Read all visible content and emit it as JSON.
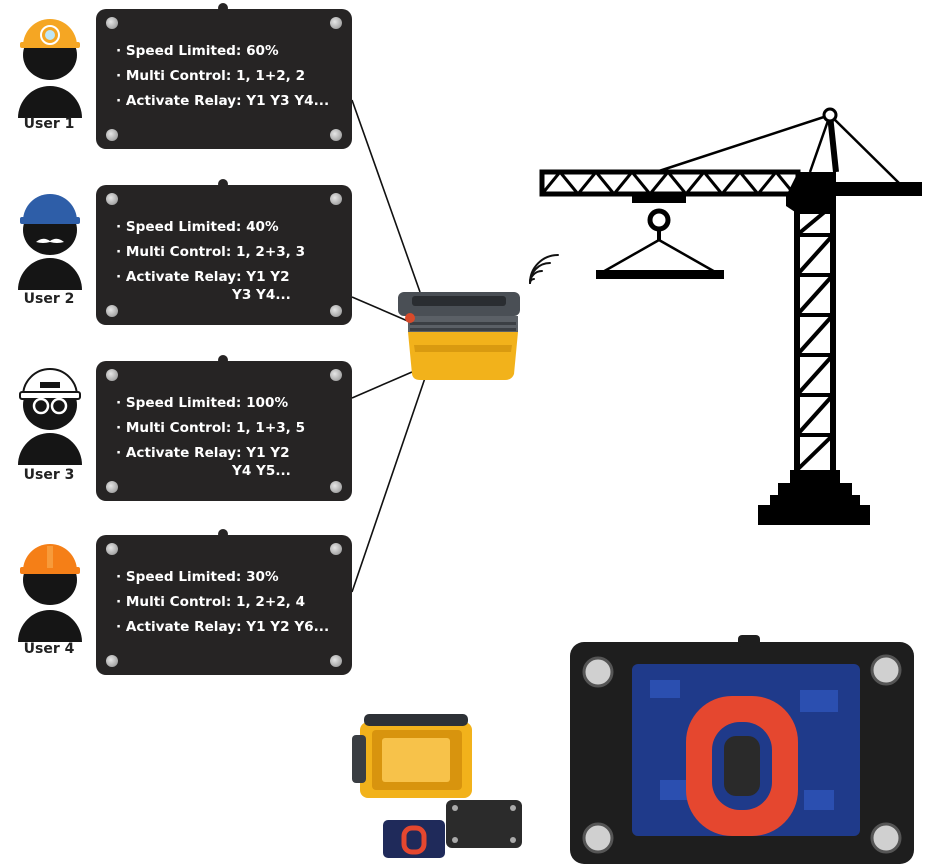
{
  "users": [
    {
      "label": "User 1",
      "helmet": "helmet-with-headlamp-icon",
      "helmet_color": "#f5a623",
      "speed": "· Speed Limited: 60%",
      "multi": "· Multi Control: 1, 1+2, 2",
      "relay": "· Activate Relay: Y1 Y3 Y4...",
      "relay_cont": ""
    },
    {
      "label": "User 2",
      "helmet": "helmet-with-mustache-icon",
      "helmet_color": "#2e5ea8",
      "speed": "· Speed Limited: 40%",
      "multi": "· Multi Control: 1, 2+3, 3",
      "relay": "· Activate Relay: Y1 Y2",
      "relay_cont": "Y3 Y4..."
    },
    {
      "label": "User 3",
      "helmet": "helmet-with-goggles-icon",
      "helmet_color": "#ffffff",
      "speed": "· Speed Limited: 100%",
      "multi": "· Multi Control: 1, 1+3, 5",
      "relay": "· Activate Relay: Y1 Y2",
      "relay_cont": "Y4 Y5..."
    },
    {
      "label": "User 4",
      "helmet": "hard-hat-icon",
      "helmet_color": "#f57f17",
      "speed": "· Speed Limited: 30%",
      "multi": "· Multi Control: 1, 2+2, 4",
      "relay": "· Activate Relay: Y1 Y2 Y6...",
      "relay_cont": ""
    }
  ],
  "receiver": {
    "icon": "wireless-receiver-icon",
    "accent": "#f2b21b"
  },
  "signal": {
    "icon": "wifi-signal-icon"
  },
  "crane": {
    "icon": "tower-crane-icon"
  },
  "photos": [
    {
      "icon": "receiver-kit-photo"
    },
    {
      "icon": "circuit-board-photo"
    }
  ],
  "colors": {
    "card_bg": "#262424",
    "text": "#ffffff",
    "crane": "#000000"
  }
}
